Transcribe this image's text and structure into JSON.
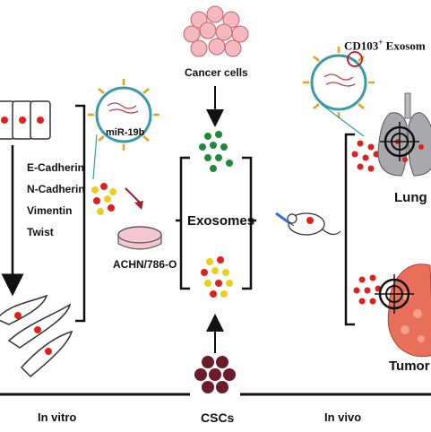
{
  "labels": {
    "cancer_cells": "Cancer cells",
    "exosomes": "Exosomes",
    "mir": "miR-19b",
    "cell_line": "ACHN/786-O",
    "cd103": "CD103",
    "cd103_sup": "+",
    "exosome_suffix": "Exosom",
    "lung": "Lung",
    "tumor": "Tumor",
    "in_vitro": "In vitro",
    "cscs": "CSCs",
    "in_vivo": "In vivo"
  },
  "markers": [
    "E-Cadherin",
    "N-Cadherin",
    "Vimentin",
    "Twist"
  ],
  "colors": {
    "exosome_green": "#1e8a3a",
    "exosome_red": "#e0201c",
    "exosome_yellow": "#e6d21e",
    "cell_pink": "#f4b8bf",
    "csc_maroon": "#6b1b2a",
    "vesicle_teal": "#3a9aa8",
    "tumor_red": "#e8705a"
  },
  "icons": [
    "cell-cluster-icon",
    "mouse-icon",
    "syringe-icon",
    "petri-dish-icon",
    "lung-icon",
    "target-icon",
    "tumor-icon"
  ]
}
